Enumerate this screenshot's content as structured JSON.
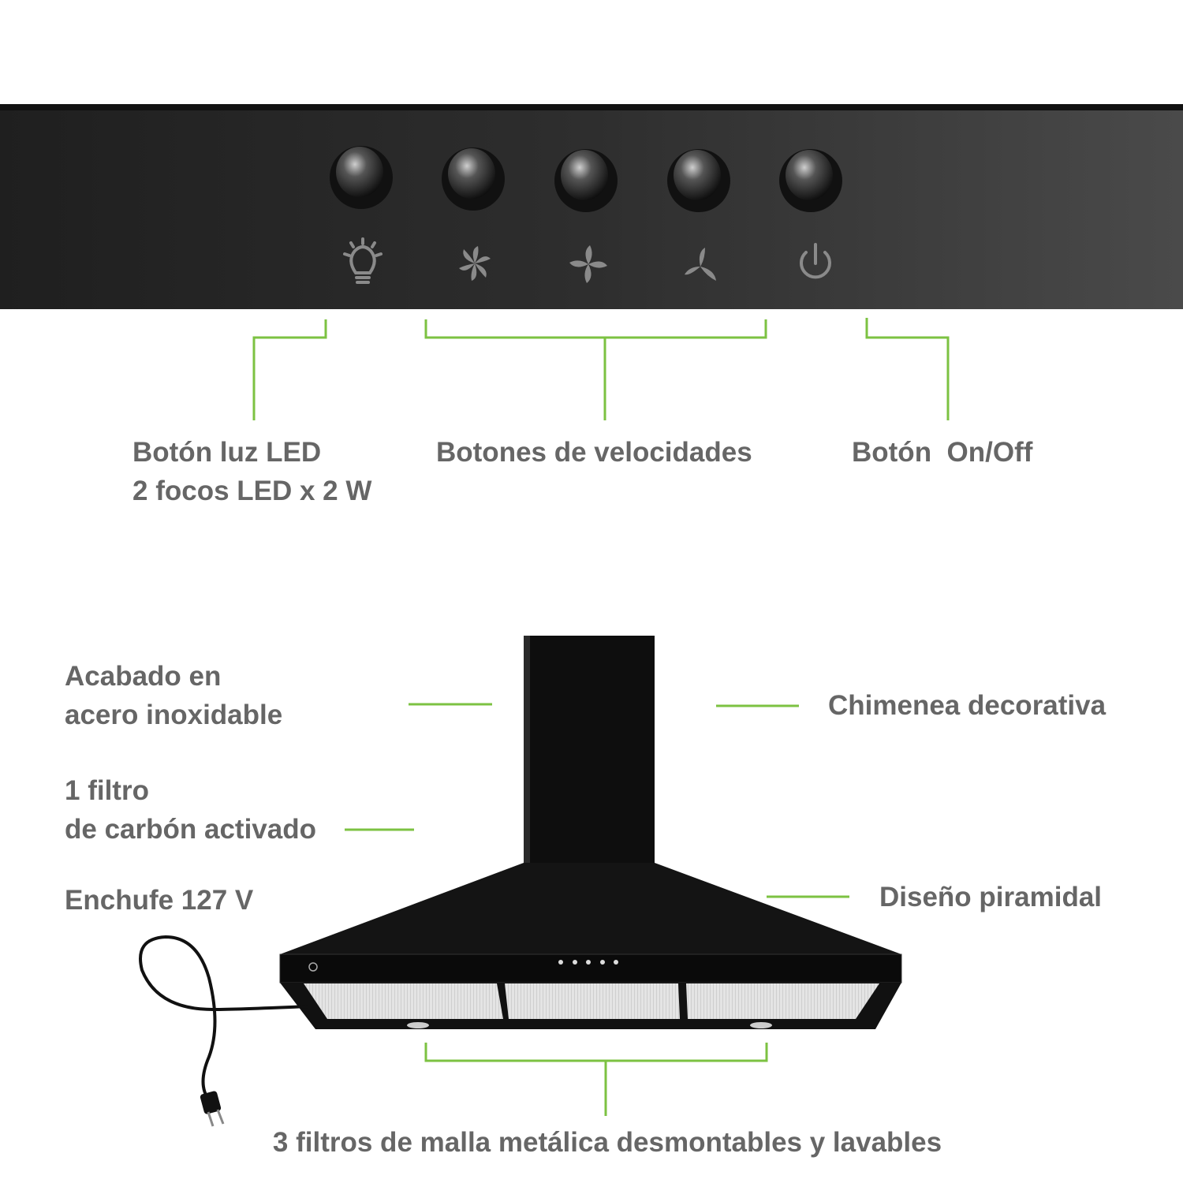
{
  "colors": {
    "accent_lines": "#7cc242",
    "label_text": "#666666",
    "panel": "#2b2b2b"
  },
  "control_panel": {
    "buttons": [
      {
        "icon": "lightbulb-icon"
      },
      {
        "icon": "fan-speed-1-icon"
      },
      {
        "icon": "fan-speed-2-icon"
      },
      {
        "icon": "fan-speed-3-icon"
      },
      {
        "icon": "power-icon"
      }
    ]
  },
  "callouts": {
    "led": {
      "line1": "Botón luz LED",
      "line2": "2 focos LED x 2 W"
    },
    "speeds": "Botones de velocidades",
    "onoff": "Botón  On/Off",
    "finish": {
      "line1": "Acabado en",
      "line2": "acero inoxidable"
    },
    "carbon": {
      "line1": "1 filtro",
      "line2": "de carbón activado"
    },
    "plug": "Enchufe 127 V",
    "chimney": "Chimenea decorativa",
    "pyramid": "Diseño piramidal",
    "filters": "3 filtros de malla metálica desmontables y lavables"
  }
}
